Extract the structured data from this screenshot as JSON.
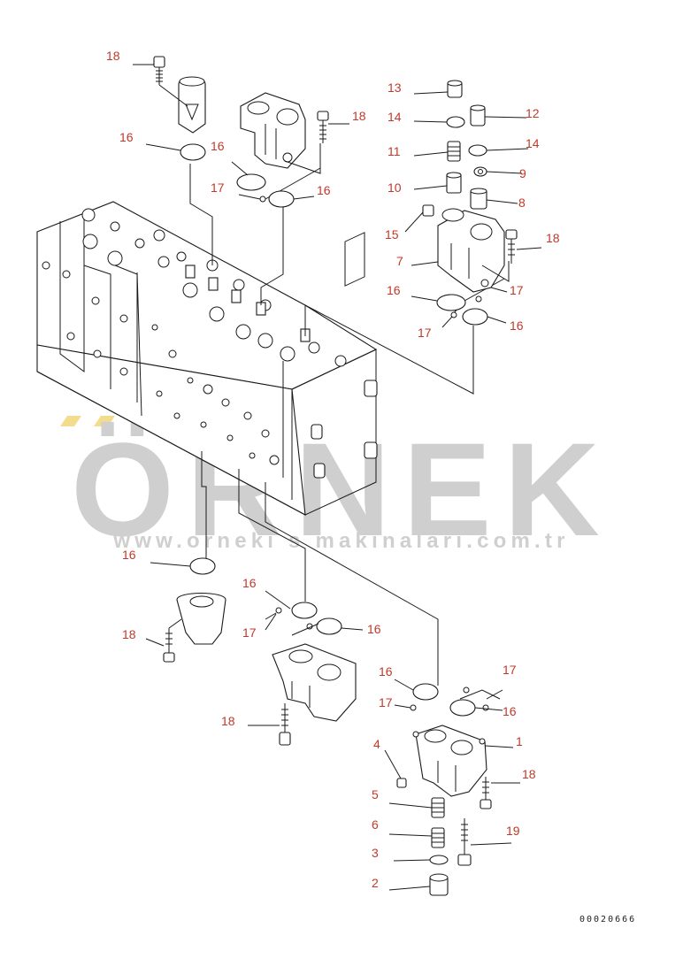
{
  "watermark": {
    "brand": "ÖRNEK",
    "url": "www.orneki s makinalari.com.tr",
    "accent_color": "#f3dc8e",
    "text_color": "#cfcfd0"
  },
  "drawing_code": "00020666",
  "callout_color": "#c0392b",
  "callouts": [
    {
      "id": "c18a",
      "label": "18"
    },
    {
      "id": "c16a",
      "label": "16"
    },
    {
      "id": "c16b",
      "label": "16"
    },
    {
      "id": "c17a",
      "label": "17"
    },
    {
      "id": "c16c",
      "label": "16"
    },
    {
      "id": "c18b",
      "label": "18"
    },
    {
      "id": "c13",
      "label": "13"
    },
    {
      "id": "c14a",
      "label": "14"
    },
    {
      "id": "c12",
      "label": "12"
    },
    {
      "id": "c11",
      "label": "11"
    },
    {
      "id": "c14b",
      "label": "14"
    },
    {
      "id": "c9",
      "label": "9"
    },
    {
      "id": "c10",
      "label": "10"
    },
    {
      "id": "c8",
      "label": "8"
    },
    {
      "id": "c15",
      "label": "15"
    },
    {
      "id": "c18c",
      "label": "18"
    },
    {
      "id": "c7",
      "label": "7"
    },
    {
      "id": "c17b",
      "label": "17"
    },
    {
      "id": "c16d",
      "label": "16"
    },
    {
      "id": "c17c",
      "label": "17"
    },
    {
      "id": "c16e",
      "label": "16"
    },
    {
      "id": "c16f",
      "label": "16"
    },
    {
      "id": "c18d",
      "label": "18"
    },
    {
      "id": "c16g",
      "label": "16"
    },
    {
      "id": "c17d",
      "label": "17"
    },
    {
      "id": "c16h",
      "label": "16"
    },
    {
      "id": "c18e",
      "label": "18"
    },
    {
      "id": "c16i",
      "label": "16"
    },
    {
      "id": "c17e",
      "label": "17"
    },
    {
      "id": "c17f",
      "label": "17"
    },
    {
      "id": "c16j",
      "label": "16"
    },
    {
      "id": "c4",
      "label": "4"
    },
    {
      "id": "c1",
      "label": "1"
    },
    {
      "id": "c18f",
      "label": "18"
    },
    {
      "id": "c5",
      "label": "5"
    },
    {
      "id": "c6",
      "label": "6"
    },
    {
      "id": "c19",
      "label": "19"
    },
    {
      "id": "c3",
      "label": "3"
    },
    {
      "id": "c2",
      "label": "2"
    }
  ]
}
